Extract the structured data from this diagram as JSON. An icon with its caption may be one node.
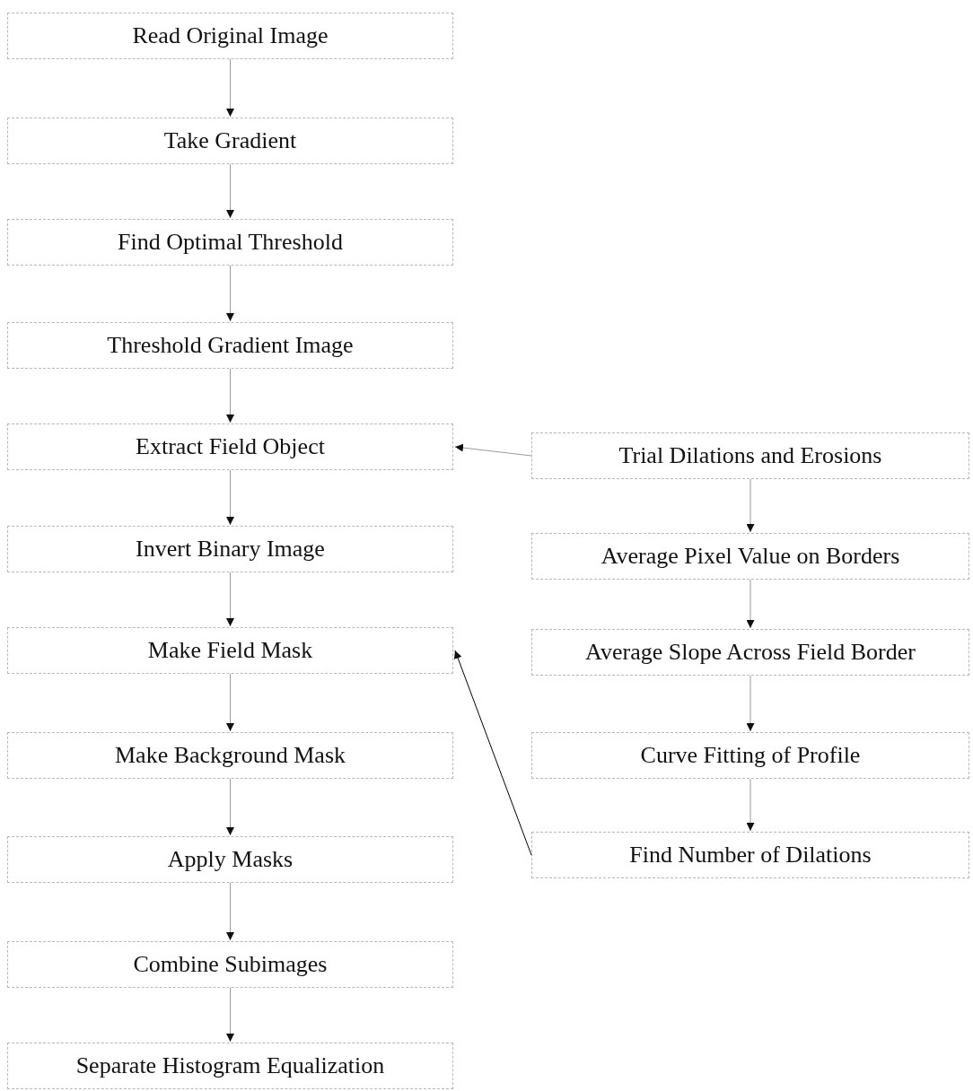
{
  "diagram": {
    "nodes": [
      {
        "text": [
          "Read Original Image"
        ]
      },
      {
        "text": [
          "Take Gradient"
        ]
      },
      {
        "text": [
          "Find Optimal Threshold"
        ]
      },
      {
        "text": [
          "Threshold Gradient Image"
        ]
      },
      {
        "text": [
          "Extract Field Object"
        ]
      },
      {
        "text": [
          "Invert Binary Image"
        ]
      },
      {
        "text": [
          "Make Field Mask"
        ]
      },
      {
        "text": [
          "Make Background Mask"
        ]
      },
      {
        "text": [
          "Apply Masks"
        ]
      },
      {
        "text": [
          "Combine Subimages"
        ]
      },
      {
        "text": [
          "Separate Histogram Equalization"
        ]
      },
      {
        "text": [
          "Trial Dilations and Erosions"
        ]
      },
      {
        "text": [
          "Average Pixel Value on Borders"
        ]
      },
      {
        "text": [
          "Average Slope Across Field Border"
        ]
      },
      {
        "text": [
          "Curve Fitting of Profile"
        ]
      },
      {
        "text": [
          "Find Number of Dilations"
        ]
      }
    ],
    "edges": [
      {
        "from": 0,
        "to": 1,
        "arrow": "to"
      },
      {
        "from": 1,
        "to": 2,
        "arrow": "to"
      },
      {
        "from": 2,
        "to": 3,
        "arrow": "to"
      },
      {
        "from": 3,
        "to": 4,
        "arrow": "to"
      },
      {
        "from": 4,
        "to": 5,
        "arrow": "to"
      },
      {
        "from": 5,
        "to": 6,
        "arrow": "to"
      },
      {
        "from": 6,
        "to": 7,
        "arrow": "to"
      },
      {
        "from": 7,
        "to": 8,
        "arrow": "to"
      },
      {
        "from": 8,
        "to": 9,
        "arrow": "to"
      },
      {
        "from": 9,
        "to": 10,
        "arrow": "to"
      },
      {
        "from": 11,
        "to": 4,
        "arrow": "to"
      },
      {
        "from": 11,
        "to": 12,
        "arrow": "to"
      },
      {
        "from": 12,
        "to": 13,
        "arrow": "to"
      },
      {
        "from": 13,
        "to": 14,
        "arrow": "to"
      },
      {
        "from": 14,
        "to": 15,
        "arrow": "to"
      },
      {
        "from": 15,
        "to": 6,
        "arrow": "to",
        "color": "#000000"
      }
    ]
  }
}
